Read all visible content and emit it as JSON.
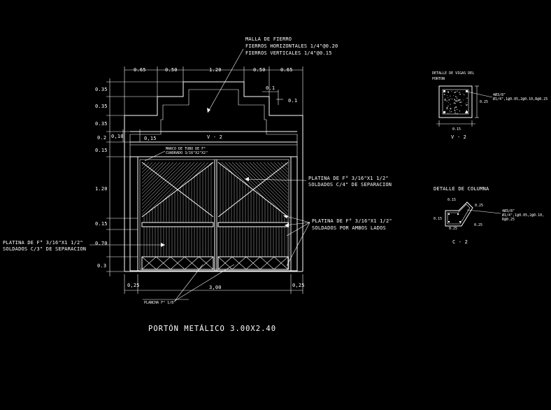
{
  "title": "PORTÓN METÁLICO 3.00X2.40",
  "notes": {
    "malla_1": "MALLA DE FIERRO",
    "malla_2": "FIERROS HORIZONTALES 1/4\"@0.20",
    "malla_3": "FIERROS VERTICALES 1/4\"@0.15",
    "marco_1": "MARCO DE TUBO DE F°",
    "marco_2": "CUADRADO 3/16\"X2\"X2\"",
    "platina_a_1": "PLATINA DE F° 3/16\"X1 1/2\"",
    "platina_a_2": "SOLDADOS C/4\" DE SEPARACION",
    "platina_b_1": "PLATINA DE F° 3/16\"X1 1/2\"",
    "platina_b_2": "SOLDADOS POR AMBOS LADOS",
    "platina_c_1": "PLATINA DE F° 3/16\"X1 1/2\"",
    "platina_c_2": "SOLDADOS C/3\" DE SEPARACION",
    "plancha": "PLANCHA F° 1/8\"",
    "beam_label": "V - 2"
  },
  "dims_top": [
    "0.65",
    "0.50",
    "1.20",
    "0.50",
    "0.65"
  ],
  "dims_left": [
    "0.35",
    "0.35",
    "0.35",
    "0.2",
    "0.15",
    "1.20",
    "0.15",
    "0.70",
    "0.3"
  ],
  "dim_010": "0,10",
  "dim_015": "0,15",
  "dims_small": {
    "a": "0.1",
    "b": "0.1"
  },
  "dims_bottom": {
    "left": "0,25",
    "mid": "3,00",
    "right": "0,25"
  },
  "detail_viga": {
    "title_1": "DETALLE DE VIGAS DEL",
    "title_2": "PORTON",
    "note_1": "4Ø3/8\"",
    "note_2": "Ø1/4\",1@0.05,2@0.10,R@0.25",
    "dim_h": "0.25",
    "dim_w": "0.15",
    "label": "V - 2"
  },
  "detail_columna": {
    "title": "DETALLE DE COLUMNA",
    "note_1": "4Ø3/8\"",
    "note_2": "Ø1/4\",1@0.05,2@0.10,",
    "note_3": "R@0.25",
    "d1": "0.15",
    "d2": "0.25",
    "d3": "0.15",
    "d4": "0.25",
    "d5": "0.25",
    "label": "C - 2"
  }
}
